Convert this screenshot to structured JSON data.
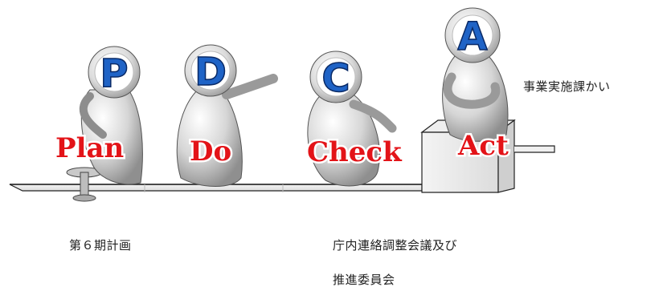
{
  "figures": [
    {
      "letter": "P",
      "label": "Plan"
    },
    {
      "letter": "D",
      "label": "Do"
    },
    {
      "letter": "C",
      "label": "Check"
    },
    {
      "letter": "A",
      "label": "Act"
    }
  ],
  "captions": {
    "act": "事業実施課かい",
    "plan": "第６期計画",
    "check_line1": "庁内連絡調整会議及び",
    "check_line2": "推進委員会"
  },
  "colors": {
    "figure_body": "#d9d9d9",
    "letter_ball": "#1f63c6",
    "stage_label": "#e31318"
  }
}
